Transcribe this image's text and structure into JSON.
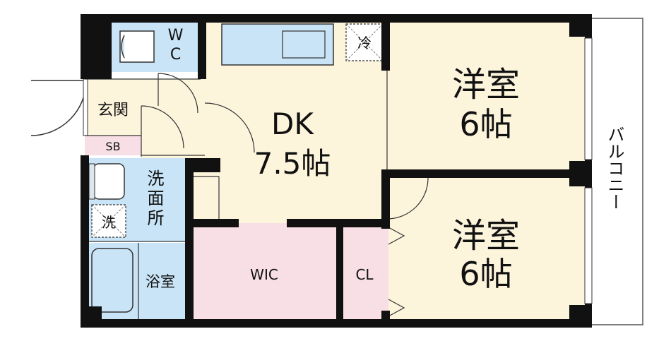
{
  "rooms": {
    "wc": "WC",
    "entrance": "玄関",
    "shoe_box": "SB",
    "washroom": "洗面所",
    "washer": "洗",
    "bath": "浴室",
    "fridge": "冷",
    "dk_name": "DK",
    "dk_size": "7.5帖",
    "western1_name": "洋室",
    "western1_size": "6帖",
    "western2_name": "洋室",
    "western2_size": "6帖",
    "wic": "WIC",
    "closet": "CL",
    "balcony": "バルコニー"
  },
  "colors": {
    "wall": "#111111",
    "floor": "#fdf4dc",
    "wet": "#c8e4f6",
    "storage": "#f8dfe6",
    "sb": "#f8dfe6"
  }
}
